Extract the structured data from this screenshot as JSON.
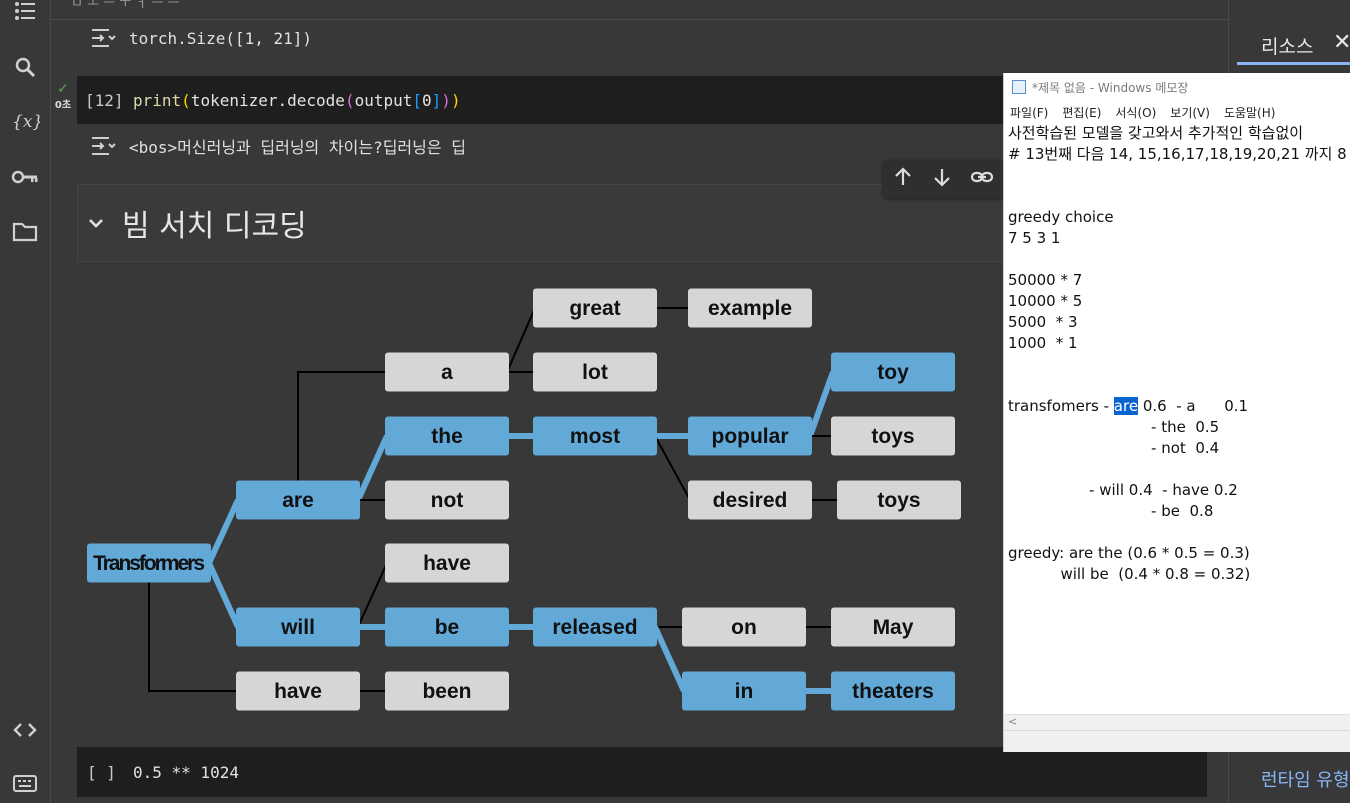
{
  "topbar": {
    "text": "ㅁ ㅗ ㅡ ㅜ ㅓ ㅡ ㅡ"
  },
  "outputs": {
    "size": "torch.Size([1, 21])",
    "decoded": "<bos>머신러닝과 딥러닝의 차이는?딥러닝은 딥"
  },
  "cell12": {
    "prompt": "[12]",
    "code_fn": "print",
    "code_open1": "(",
    "code_obj": "tokenizer.decode",
    "code_open2": "(",
    "code_arg": "output",
    "code_idx_open": "[",
    "code_idx": "0",
    "code_idx_close": "]",
    "code_close2": ")",
    "code_close1": ")",
    "run_time": "0초"
  },
  "section": {
    "title": "빔 서치 디코딩"
  },
  "bottom_cell": {
    "prompt": "[ ]",
    "code": "0.5 ** 1024"
  },
  "right_panel": {
    "tab_label": "리소스",
    "runtime_label": "런타임 유형"
  },
  "notepad": {
    "title": "*제목 없음 - Windows 메모장",
    "menu": [
      "파일(F)",
      "편집(E)",
      "서식(O)",
      "보기(V)",
      "도움말(H)"
    ],
    "lines": [
      "사전학습된 모델을 갖고와서 추가적인 학습없이",
      "# 13번째 다음 14, 15,16,17,18,19,20,21 까지 8",
      "",
      "",
      "greedy choice",
      "7 5 3 1",
      "",
      "50000 * 7",
      "10000 * 5",
      "5000  * 3",
      "1000  * 1",
      "",
      "",
      "transfomers - ",
      "                              - the  0.5",
      "                              - not  0.4",
      "",
      "                 - will 0.4  - have 0.2",
      "                              - be  0.8",
      "",
      "greedy: are the (0.6 * 0.5 = 0.3)",
      "           will be  (0.4 * 0.8 = 0.32)"
    ],
    "sel_word": "are",
    "line14_rest": " 0.6  - a      0.1",
    "scroll_arrow": "<"
  },
  "colors": {
    "blue": "#62a9d8",
    "gray": "#d6d6d6",
    "edge_dark": "#000000"
  },
  "tree": {
    "nodes": [
      {
        "id": "transformers",
        "label": "Transformers",
        "kind": "blue"
      },
      {
        "id": "are",
        "label": "are",
        "kind": "blue"
      },
      {
        "id": "will",
        "label": "will",
        "kind": "blue"
      },
      {
        "id": "have1",
        "label": "have",
        "kind": "gray"
      },
      {
        "id": "a",
        "label": "a",
        "kind": "gray"
      },
      {
        "id": "the",
        "label": "the",
        "kind": "blue"
      },
      {
        "id": "not",
        "label": "not",
        "kind": "gray"
      },
      {
        "id": "have2",
        "label": "have",
        "kind": "gray"
      },
      {
        "id": "be",
        "label": "be",
        "kind": "blue"
      },
      {
        "id": "been",
        "label": "been",
        "kind": "gray"
      },
      {
        "id": "great",
        "label": "great",
        "kind": "gray"
      },
      {
        "id": "lot",
        "label": "lot",
        "kind": "gray"
      },
      {
        "id": "most",
        "label": "most",
        "kind": "blue"
      },
      {
        "id": "released",
        "label": "released",
        "kind": "blue"
      },
      {
        "id": "example",
        "label": "example",
        "kind": "gray"
      },
      {
        "id": "popular",
        "label": "popular",
        "kind": "blue"
      },
      {
        "id": "desired",
        "label": "desired",
        "kind": "gray"
      },
      {
        "id": "on",
        "label": "on",
        "kind": "gray"
      },
      {
        "id": "in",
        "label": "in",
        "kind": "blue"
      },
      {
        "id": "toy",
        "label": "toy",
        "kind": "blue"
      },
      {
        "id": "toys1",
        "label": "toys",
        "kind": "gray"
      },
      {
        "id": "toys2",
        "label": "toys",
        "kind": "gray"
      },
      {
        "id": "may",
        "label": "May",
        "kind": "gray"
      },
      {
        "id": "theaters",
        "label": "theaters",
        "kind": "blue"
      }
    ],
    "edges": [
      {
        "from": "transformers",
        "to": "are",
        "beam": true
      },
      {
        "from": "transformers",
        "to": "will",
        "beam": true
      },
      {
        "from": "transformers",
        "to": "have1",
        "beam": false
      },
      {
        "from": "are",
        "to": "a",
        "beam": false
      },
      {
        "from": "are",
        "to": "the",
        "beam": true
      },
      {
        "from": "are",
        "to": "not",
        "beam": false
      },
      {
        "from": "will",
        "to": "have2",
        "beam": false
      },
      {
        "from": "will",
        "to": "be",
        "beam": true
      },
      {
        "from": "have1",
        "to": "been",
        "beam": false
      },
      {
        "from": "a",
        "to": "great",
        "beam": false
      },
      {
        "from": "a",
        "to": "lot",
        "beam": false
      },
      {
        "from": "the",
        "to": "most",
        "beam": true
      },
      {
        "from": "be",
        "to": "released",
        "beam": true
      },
      {
        "from": "great",
        "to": "example",
        "beam": false
      },
      {
        "from": "most",
        "to": "popular",
        "beam": true
      },
      {
        "from": "most",
        "to": "desired",
        "beam": false
      },
      {
        "from": "released",
        "to": "on",
        "beam": false
      },
      {
        "from": "released",
        "to": "in",
        "beam": true
      },
      {
        "from": "popular",
        "to": "toy",
        "beam": true
      },
      {
        "from": "popular",
        "to": "toys1",
        "beam": false
      },
      {
        "from": "desired",
        "to": "toys2",
        "beam": false
      },
      {
        "from": "on",
        "to": "may",
        "beam": false
      },
      {
        "from": "in",
        "to": "theaters",
        "beam": true
      }
    ]
  }
}
